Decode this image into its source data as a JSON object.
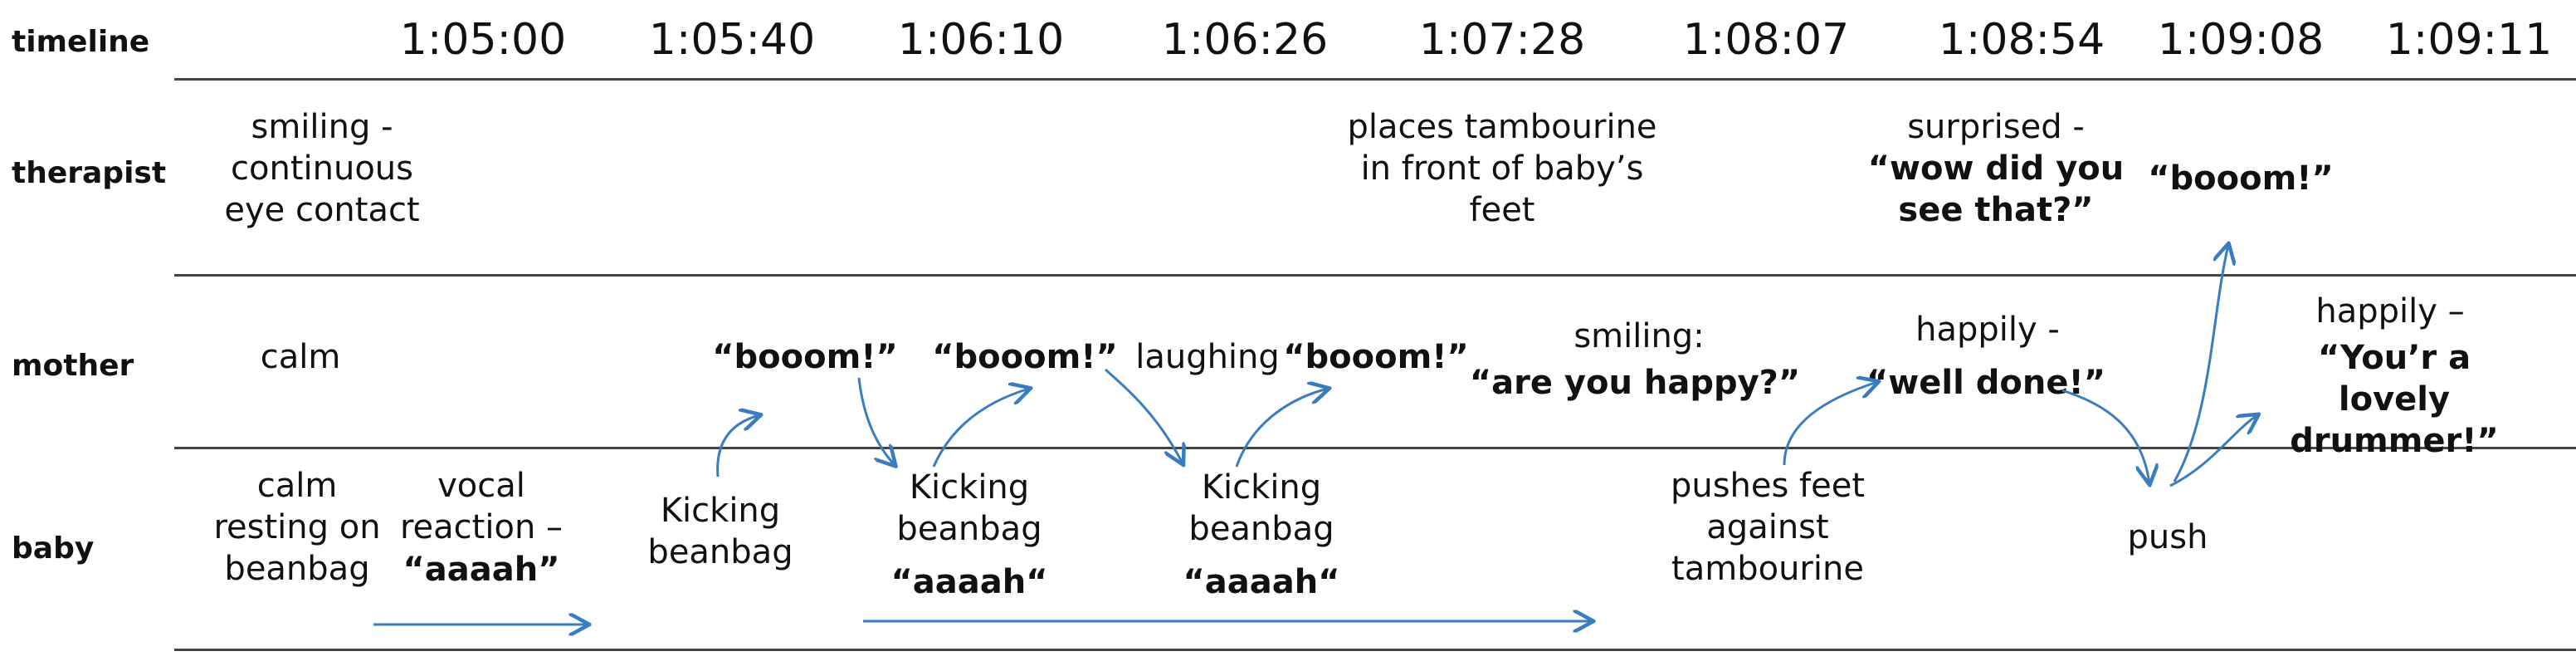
{
  "rows": {
    "timeline": "timeline",
    "therapist": "therapist",
    "mother": "mother",
    "baby": "baby"
  },
  "times": [
    "1:05:00",
    "1:05:40",
    "1:06:10",
    "1:06:26",
    "1:07:28",
    "1:08:07",
    "1:08:54",
    "1:09:08",
    "1:09:11"
  ],
  "therapist": {
    "t1": "smiling -\ncontinuous\neye contact",
    "t2": "places tambourine\nin front of baby’s\nfeet",
    "t3a": "surprised -",
    "t3b": "“wow did you\nsee that?”",
    "t4": "“booom!”"
  },
  "mother": {
    "m1": "calm",
    "m2": "“booom!”",
    "m3": "“booom!”",
    "m4a": "laughing",
    "m4b": "“booom!”",
    "m5a": "smiling:",
    "m5b": "“are you happy?”",
    "m6a": "happily -",
    "m6b": "“well done!”",
    "m7a": "happily –",
    "m7b": "“You’r a lovely\ndrummer!”"
  },
  "baby": {
    "b1": "calm\nresting on\nbeanbag",
    "b2a": "vocal\nreaction –",
    "b2b": "“aaaah”",
    "b3": "Kicking\nbeanbag",
    "b4a": "Kicking\nbeanbag",
    "b4b": "“aaaah“",
    "b5a": "Kicking\nbeanbag",
    "b5b": "“aaaah“",
    "b6": "pushes feet\nagainst\ntambourine",
    "b7": "push"
  },
  "colors": {
    "arrow": "#3a7cc0",
    "rule": "#444444"
  }
}
